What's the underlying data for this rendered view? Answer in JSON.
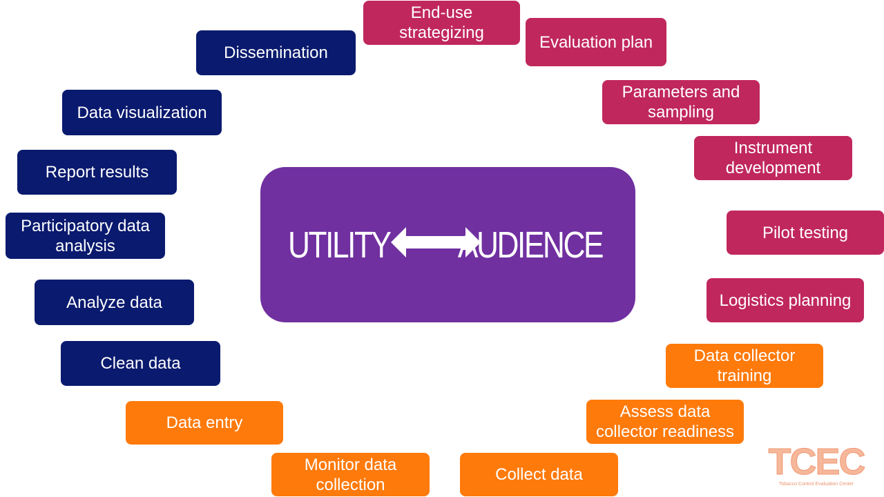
{
  "center": {
    "left_word": "UTILITY",
    "right_word": "AUDIENCE",
    "arrow_icon": "double-headed-arrow-icon"
  },
  "steps": [
    {
      "label": "End-use strategizing"
    },
    {
      "label": "Evaluation plan"
    },
    {
      "label": "Parameters and sampling"
    },
    {
      "label": "Instrument development"
    },
    {
      "label": "Pilot testing"
    },
    {
      "label": "Logistics planning"
    },
    {
      "label": "Data collector training"
    },
    {
      "label": "Assess data collector readiness"
    },
    {
      "label": "Collect data"
    },
    {
      "label": "Monitor data collection"
    },
    {
      "label": "Data entry"
    },
    {
      "label": "Clean data"
    },
    {
      "label": "Analyze data"
    },
    {
      "label": "Participatory data analysis"
    },
    {
      "label": "Report results"
    },
    {
      "label": "Data visualization"
    },
    {
      "label": "Dissemination"
    }
  ],
  "logo": {
    "letters": "TCEC",
    "subtitle": "Tobacco Control Evaluation Center"
  },
  "colors": {
    "planning": "#c0275d",
    "collection": "#fe7a0b",
    "analysis": "#0a1a6e",
    "center": "#7030a0"
  }
}
